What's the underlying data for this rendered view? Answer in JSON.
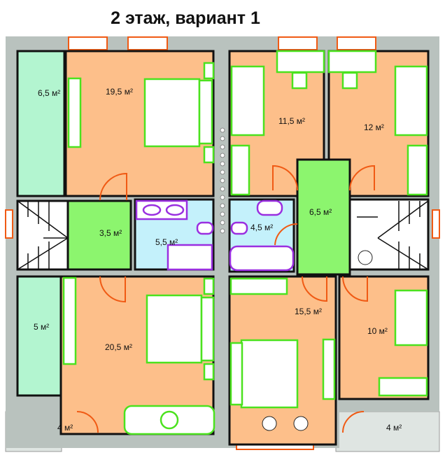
{
  "title": "2 этаж, вариант 1",
  "colors": {
    "bedroom": "#fdbf8a",
    "wardrobe": "#b3f5d0",
    "hall": "#8cf56e",
    "bath": "#c4f1fb",
    "wall": "#b9c2be",
    "furniture": "#4be21e",
    "sanitary": "#9a2fe0",
    "door": "#f05a14"
  },
  "rooms": {
    "wardrobe_top": "6,5 м²",
    "bedroom_top_left": "19,5 м²",
    "hall_left": "3,5 м²",
    "bath_left": "5,5 м²",
    "wardrobe_bottom": "5 м²",
    "bedroom_bottom_left": "20,5 м²",
    "balcony_left": "4 м²",
    "bedroom_top_mid": "11,5 м²",
    "bedroom_top_right": "12 м²",
    "bath_right": "4,5 м²",
    "hall_right": "6,5 м²",
    "bedroom_bottom_mid": "15,5 м²",
    "bedroom_bottom_right": "10 м²",
    "balcony_right": "4 м²"
  }
}
